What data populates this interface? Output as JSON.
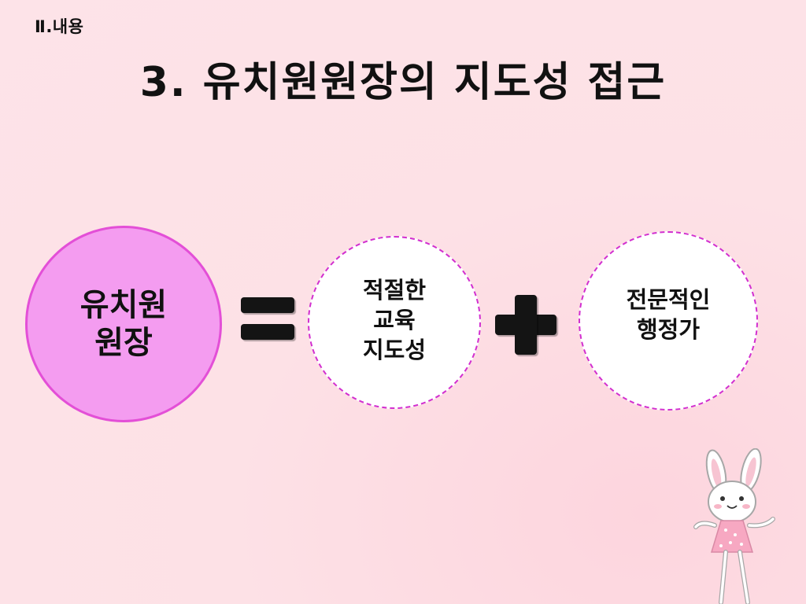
{
  "header": {
    "section_label": "Ⅱ.내용",
    "title": "3. 유치원원장의 지도성 접근"
  },
  "diagram": {
    "subject_lines": [
      "유치원",
      "원장"
    ],
    "equals_symbol": "equals-icon",
    "component_1_lines": [
      "적절한",
      "교육",
      "지도성"
    ],
    "plus_symbol": "plus-icon",
    "component_2_lines": [
      "전문적인",
      "행정가"
    ]
  },
  "decoration": {
    "illustration": "bunny-illustration"
  },
  "colors": {
    "background": "#fde1e6",
    "main_circle_fill": "#f49cf0",
    "main_circle_border": "#e34fd7",
    "dashed_border": "#d22fd0",
    "symbol": "#141414"
  }
}
